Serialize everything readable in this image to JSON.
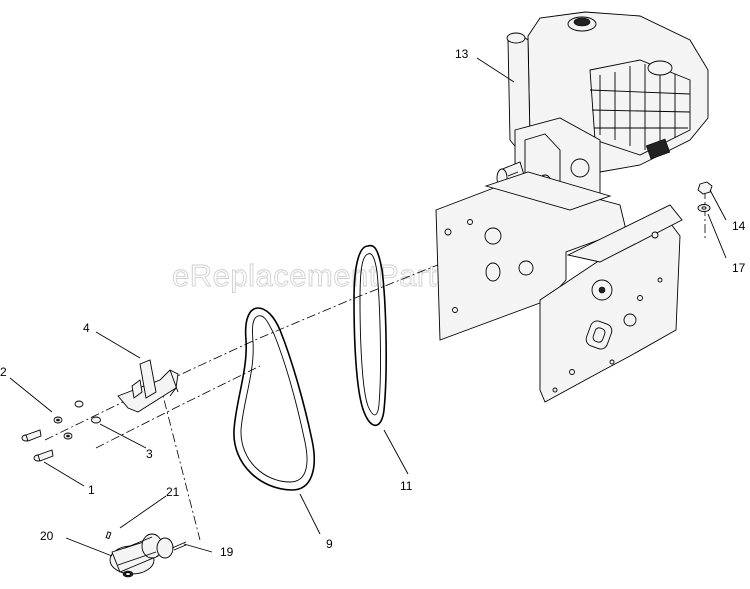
{
  "watermark": "eReplacementParts.com",
  "callouts": {
    "p1": "1",
    "p2": "2",
    "p3": "3",
    "p4": "4",
    "p9": "9",
    "p11": "11",
    "p13": "13",
    "p14": "14",
    "p17": "17",
    "p19": "19",
    "p20": "20",
    "p21": "21"
  },
  "colors": {
    "line": "#000000",
    "background": "#ffffff",
    "watermark": "#cfcfcf"
  }
}
